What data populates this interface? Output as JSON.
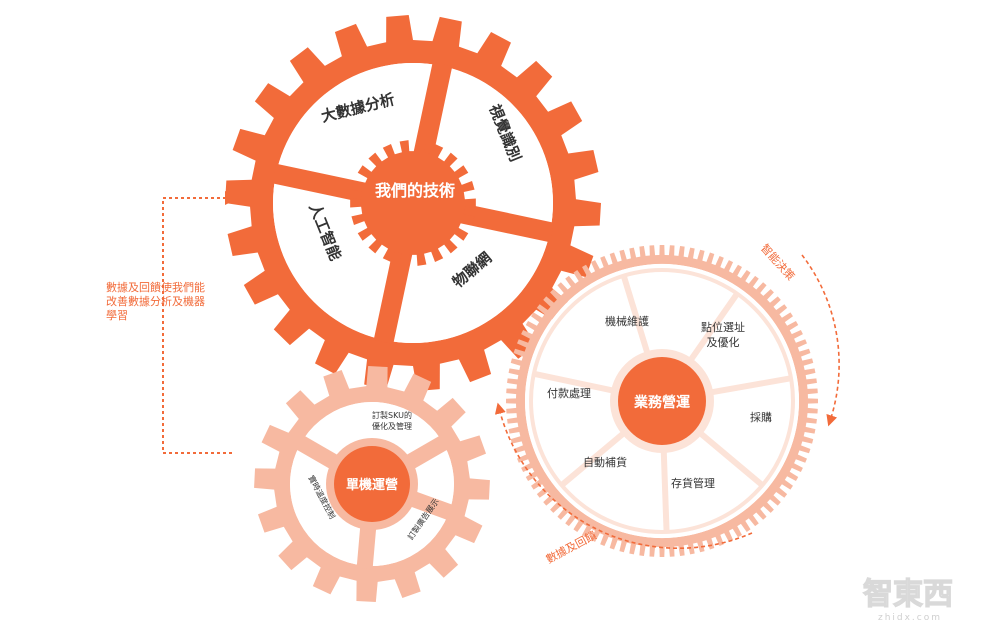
{
  "colors": {
    "primary": "#F26B3A",
    "light": "#F7B9A1",
    "pale": "#FCE3D8",
    "text": "#333333",
    "white": "#FFFFFF",
    "watermark": "#E6E6E6"
  },
  "tech_gear": {
    "center_label": "我們的技術",
    "segments": [
      "大數據分析",
      "視覺識別",
      "物聯網",
      "人工智能"
    ]
  },
  "ops_gear": {
    "center_label": "業務營運",
    "segments": [
      "機械維護",
      "點位選址",
      "及優化",
      "採購",
      "存貨管理",
      "自動補貨",
      "付款處理"
    ],
    "arc_top_label": "智能決策",
    "arc_bottom_label": "數據及回饋"
  },
  "machine_gear": {
    "center_label": "單機運營",
    "segments": [
      "訂製SKU的",
      "優化及管理",
      "訂製廣告展示",
      "實時溫度控制"
    ]
  },
  "feedback_note": {
    "lines": [
      "數據及回饋使我們能",
      "改善數據分析及機器",
      "學習"
    ]
  },
  "watermark": {
    "logo_text": "智東西",
    "sub_text": "zhidx.com"
  }
}
